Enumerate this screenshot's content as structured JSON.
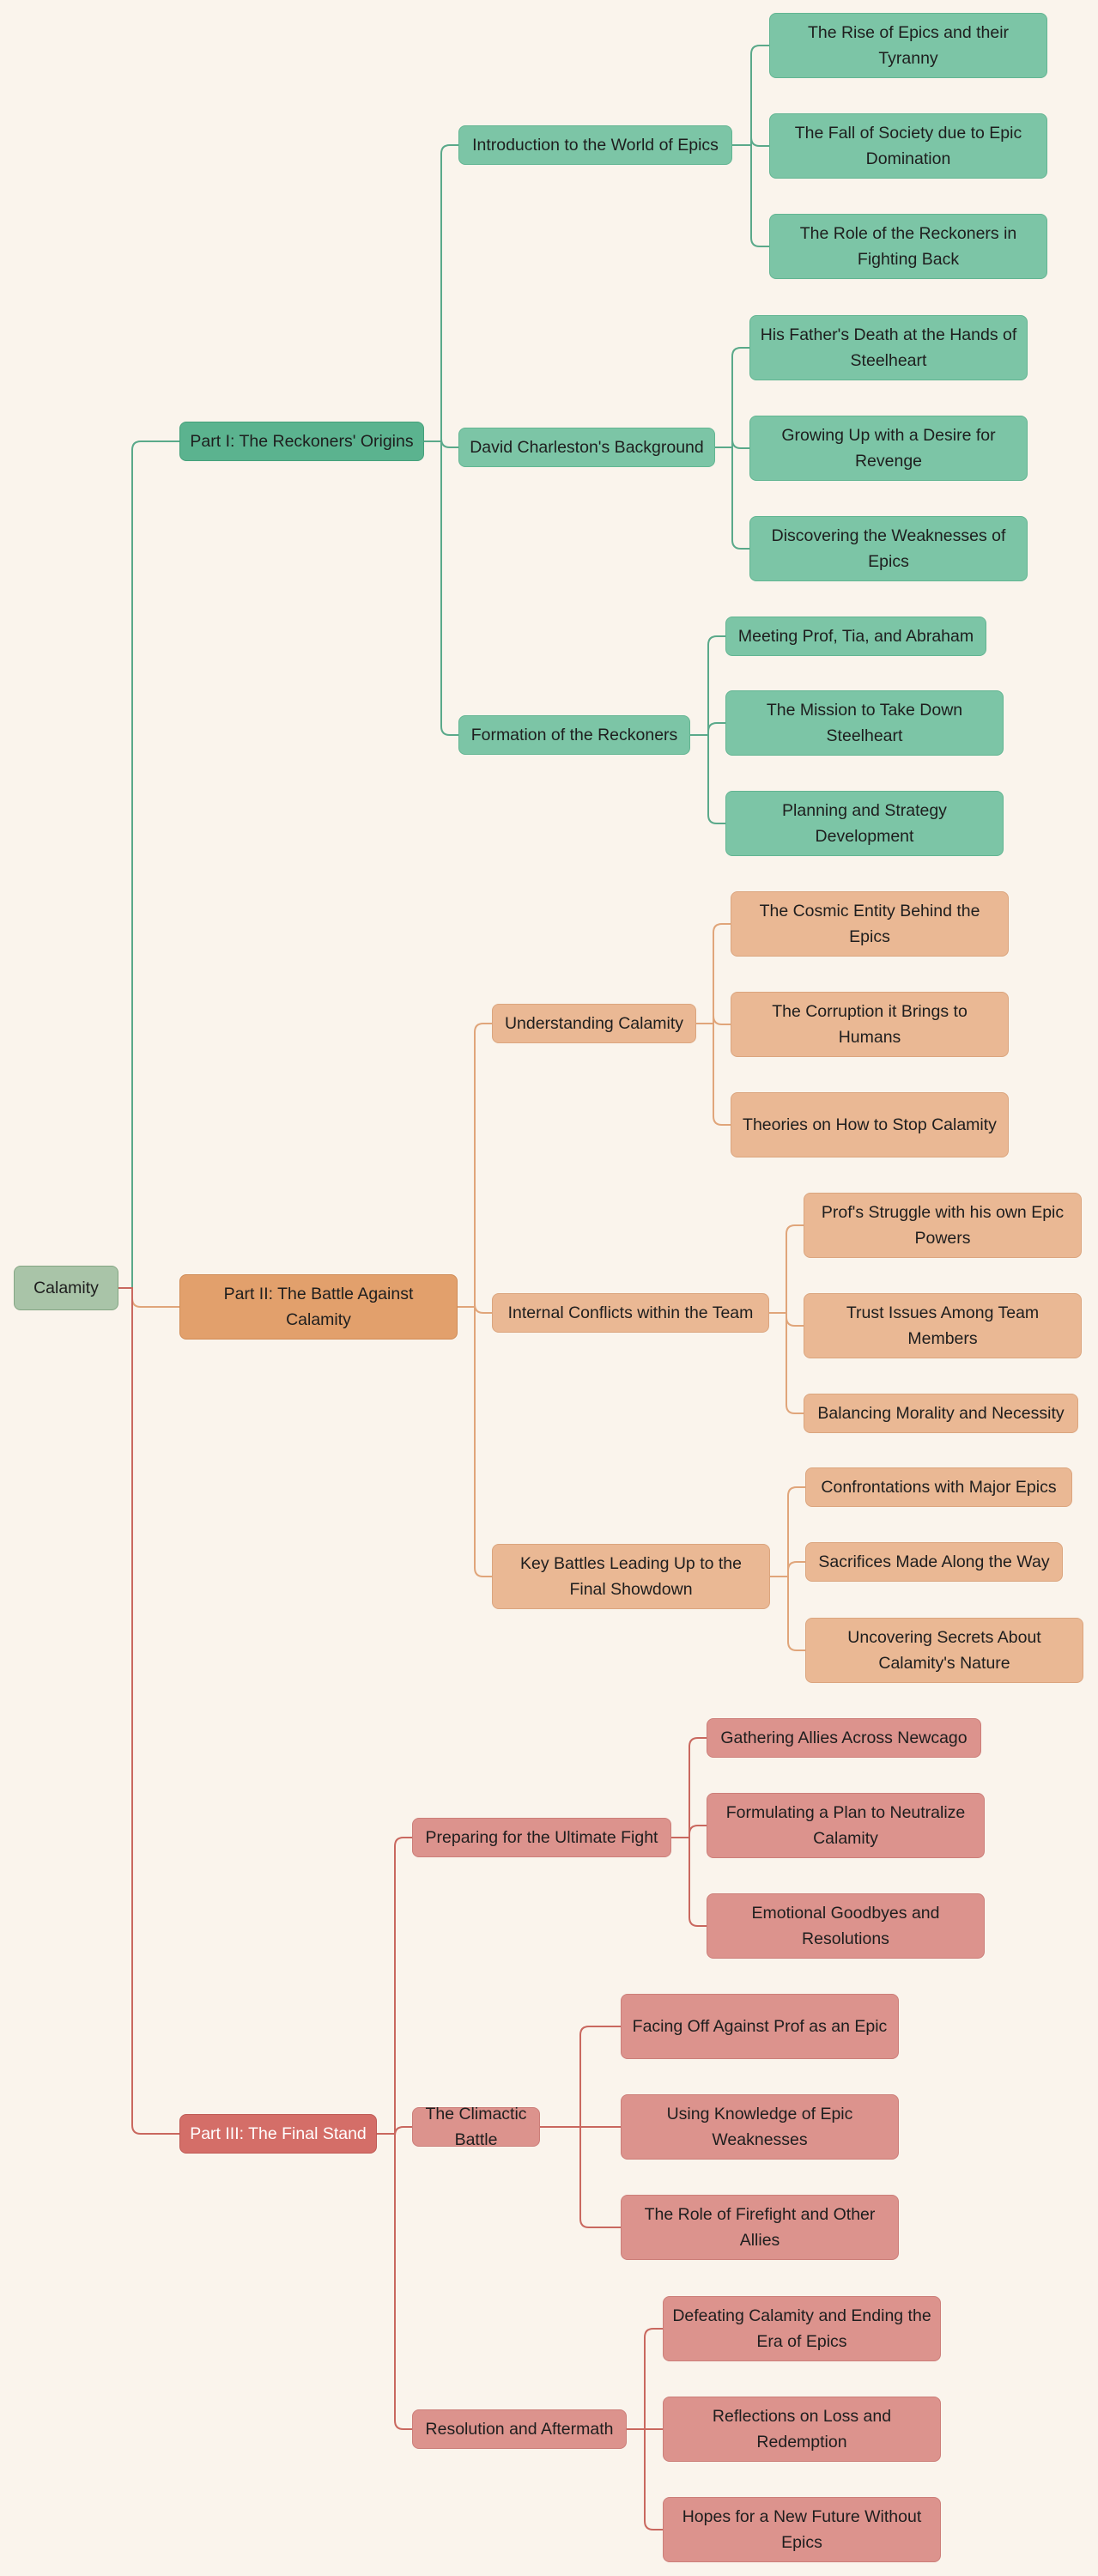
{
  "mindmap": {
    "root": "Calamity",
    "colors": {
      "green_branch": "#5aa98a",
      "orange_branch": "#e0a57a",
      "red_branch": "#c9685f"
    },
    "parts": [
      {
        "label": "Part I: The Reckoners' Origins",
        "color_group": "green",
        "topics": [
          {
            "label": "Introduction to the World of Epics",
            "items": [
              "The Rise of Epics and their Tyranny",
              "The Fall of Society due to Epic Domination",
              "The Role of the Reckoners in Fighting Back"
            ]
          },
          {
            "label": "David Charleston's Background",
            "items": [
              "His Father's Death at the Hands of Steelheart",
              "Growing Up with a Desire for Revenge",
              "Discovering the Weaknesses of Epics"
            ]
          },
          {
            "label": "Formation of the Reckoners",
            "items": [
              "Meeting Prof, Tia, and Abraham",
              "The Mission to Take Down Steelheart",
              "Planning and Strategy Development"
            ]
          }
        ]
      },
      {
        "label": "Part II: The Battle Against Calamity",
        "color_group": "orange",
        "topics": [
          {
            "label": "Understanding Calamity",
            "items": [
              "The Cosmic Entity Behind the Epics",
              "The Corruption it Brings to Humans",
              "Theories on How to Stop Calamity"
            ]
          },
          {
            "label": "Internal Conflicts within the Team",
            "items": [
              "Prof's Struggle with his own Epic Powers",
              "Trust Issues Among Team Members",
              "Balancing Morality and Necessity"
            ]
          },
          {
            "label": "Key Battles Leading Up to the Final Showdown",
            "items": [
              "Confrontations with Major Epics",
              "Sacrifices Made Along the Way",
              "Uncovering Secrets About Calamity's Nature"
            ]
          }
        ]
      },
      {
        "label": "Part III: The Final Stand",
        "color_group": "red",
        "topics": [
          {
            "label": "Preparing for the Ultimate Fight",
            "items": [
              "Gathering Allies Across Newcago",
              "Formulating a Plan to Neutralize Calamity",
              "Emotional Goodbyes and Resolutions"
            ]
          },
          {
            "label": "The Climactic Battle",
            "items": [
              "Facing Off Against Prof as an Epic",
              "Using Knowledge of Epic Weaknesses",
              "The Role of Firefight and Other Allies"
            ]
          },
          {
            "label": "Resolution and Aftermath",
            "items": [
              "Defeating Calamity and Ending the Era of Epics",
              "Reflections on Loss and Redemption",
              "Hopes for a New Future Without Epics"
            ]
          }
        ]
      }
    ]
  }
}
